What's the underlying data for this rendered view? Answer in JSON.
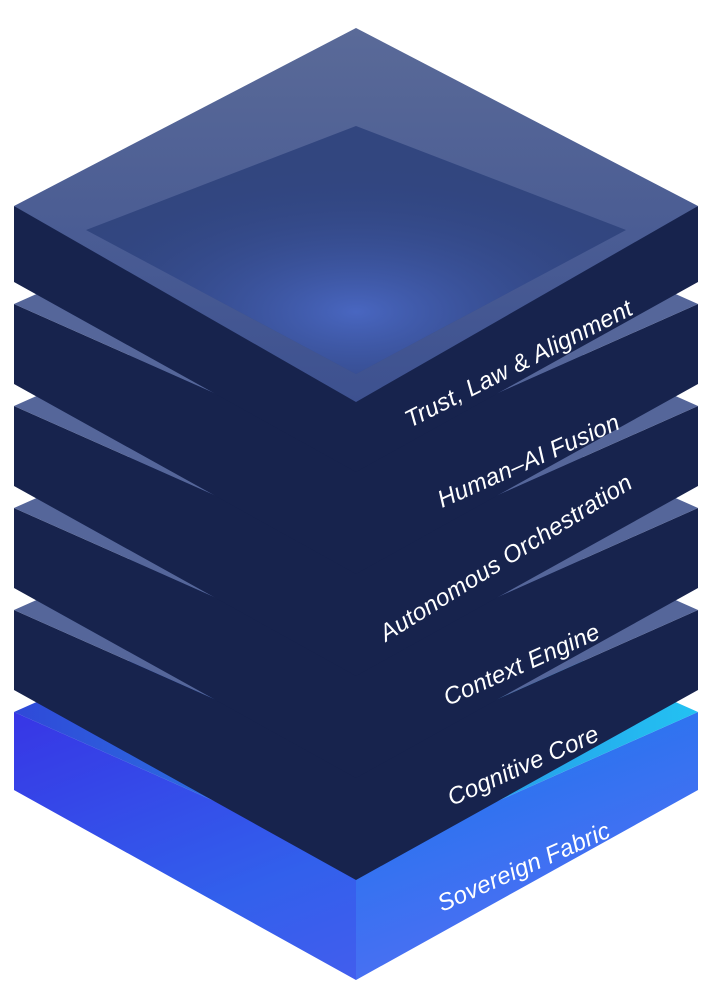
{
  "diagram": {
    "layers": [
      {
        "label": "Trust, Law & Alignment"
      },
      {
        "label": "Human–AI Fusion"
      },
      {
        "label": "Autonomous Orchestration"
      },
      {
        "label": "Context Engine"
      },
      {
        "label": "Cognitive Core"
      },
      {
        "label": "Sovereign Fabric"
      }
    ]
  },
  "colors": {
    "dark_layer_side": "#17234d",
    "dark_layer_top": "#55669a",
    "top_face_center": "#3c55a8",
    "base_layer_left": "#3a3ee8",
    "base_layer_right": "#2bc4f5",
    "label_text": "#ffffff"
  }
}
